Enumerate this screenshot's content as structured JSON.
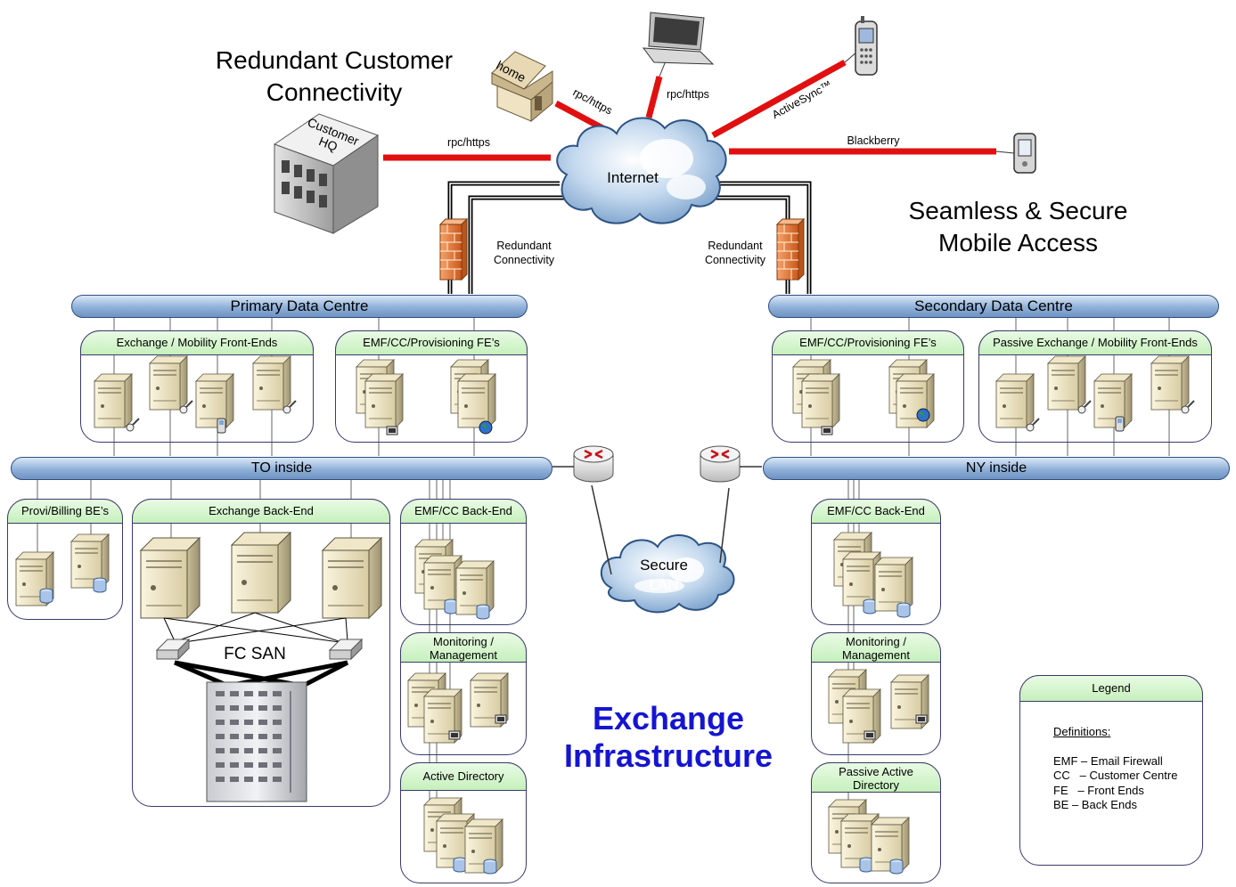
{
  "headings": {
    "customer_connectivity_line1": "Redundant Customer",
    "customer_connectivity_line2": "Connectivity",
    "mobile_access_line1": "Seamless & Secure",
    "mobile_access_line2": "Mobile Access",
    "exchange_line1": "Exchange",
    "exchange_line2": "Infrastructure"
  },
  "endpoints": {
    "customer_hq_line1": "Customer",
    "customer_hq_line2": "HQ",
    "home": "home"
  },
  "links": {
    "hq_protocol": "rpc/https",
    "home_protocol": "rpc/https",
    "laptop_protocol": "rpc/https",
    "phone_protocol": "ActiveSync™",
    "pda_protocol": "Blackberry"
  },
  "clouds": {
    "internet": "Internet",
    "secure_line1": "Secure",
    "secure_line2": "LAN"
  },
  "firewalls": {
    "left_line1": "Redundant",
    "left_line2": "Connectivity",
    "right_line1": "Redundant",
    "right_line2": "Connectivity"
  },
  "networks": {
    "primary_dc": "Primary Data Centre",
    "secondary_dc": "Secondary Data Centre",
    "to_inside": "TO inside",
    "ny_inside": "NY inside"
  },
  "groups": {
    "exchange_mobility_fe": "Exchange / Mobility Front-Ends",
    "emf_cc_prov_fe_primary": "EMF/CC/Provisioning FE’s",
    "emf_cc_prov_fe_secondary": "EMF/CC/Provisioning FE’s",
    "passive_exchange_mobility_fe": "Passive Exchange / Mobility Front-Ends",
    "provi_billing_be": "Provi/Billing BE’s",
    "exchange_back_end": "Exchange Back-End",
    "emf_cc_be_primary": "EMF/CC Back-End",
    "monitoring_primary_line1": "Monitoring /",
    "monitoring_primary_line2": "Management",
    "active_directory": "Active Directory",
    "emf_cc_be_secondary": "EMF/CC Back-End",
    "monitoring_secondary_line1": "Monitoring /",
    "monitoring_secondary_line2": "Management",
    "passive_ad_line1": "Passive Active",
    "passive_ad_line2": "Directory"
  },
  "fc_san": "FC SAN",
  "legend": {
    "title": "Legend",
    "definitions_heading": "Definitions:",
    "items": [
      "EMF – Email Firewall",
      "CC   – Customer Centre",
      "FE   – Front Ends",
      "BE   – Back Ends"
    ]
  },
  "colors": {
    "link_red": "#e01010",
    "pipe_blue": "#8fb0d8",
    "group_header_green": "#c6f0bd",
    "exchange_title_blue": "#1515d0"
  }
}
